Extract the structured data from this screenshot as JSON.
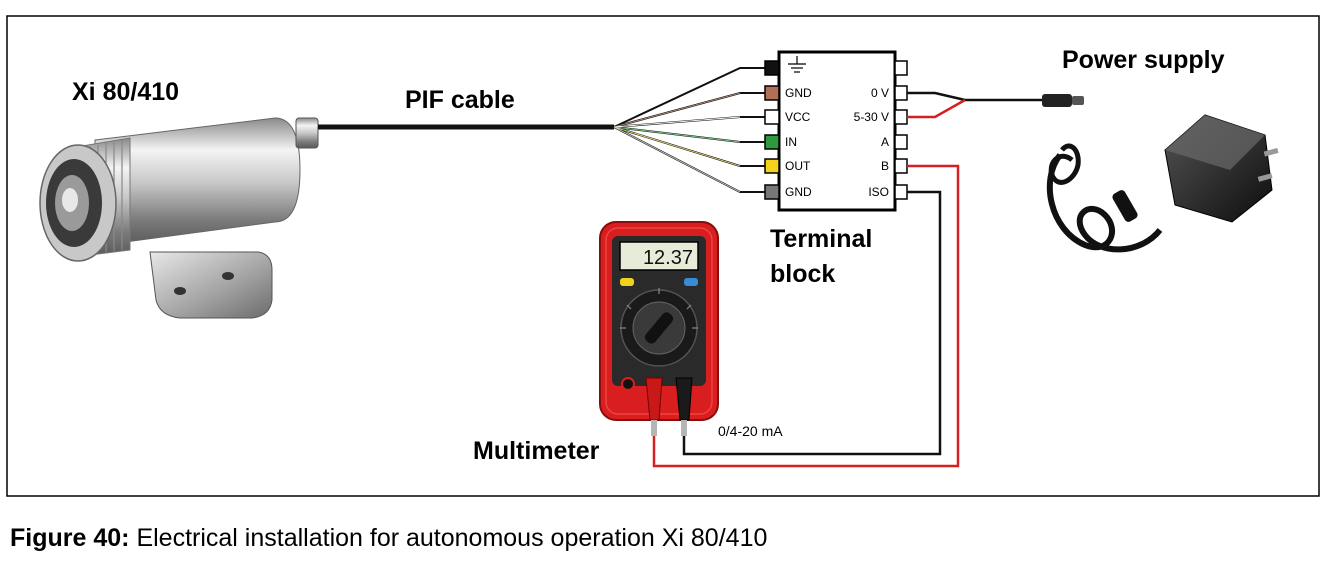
{
  "labels": {
    "sensor": "Xi 80/410",
    "cable": "PIF cable",
    "power_supply": "Power supply",
    "terminal_block_line1": "Terminal",
    "terminal_block_line2": "block",
    "multimeter": "Multimeter",
    "current_range": "0/4-20 mA"
  },
  "terminal_block": {
    "left_terminals": [
      "GND",
      "VCC",
      "IN",
      "OUT",
      "GND"
    ],
    "right_terminals": [
      "0 V",
      "5-30 V",
      "A",
      "B",
      "ISO"
    ]
  },
  "multimeter": {
    "display": "12.37"
  },
  "caption": {
    "label": "Figure 40:",
    "text": "Electrical installation for autonomous operation Xi 80/410"
  },
  "colors": {
    "wire_black": "#111111",
    "wire_red": "#d42020",
    "terminal_ground": "#111111",
    "terminal_gnd": "#b07055",
    "terminal_in": "#2e9a3e",
    "terminal_out": "#f2d21a",
    "terminal_gnd2": "#777777",
    "multimeter_body": "#d81e1e"
  },
  "icons": [
    "ground-symbol-icon",
    "sensor-icon",
    "power-adapter-icon",
    "multimeter-icon"
  ]
}
